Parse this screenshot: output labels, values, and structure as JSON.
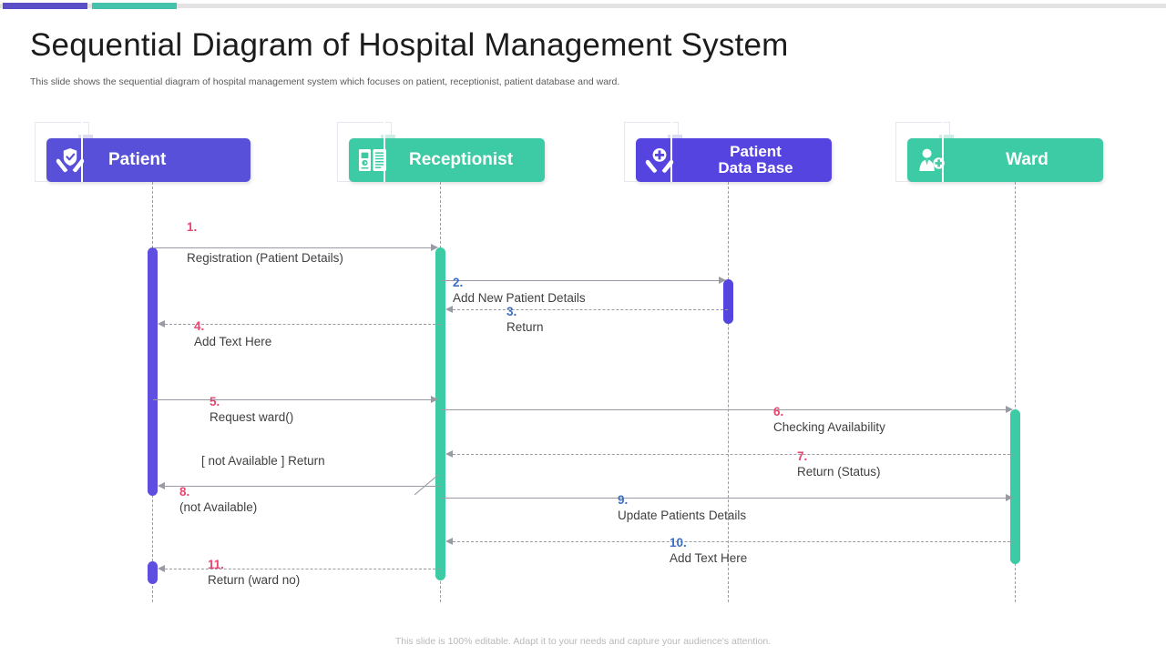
{
  "title": "Sequential Diagram of Hospital Management System",
  "subtitle": "This slide shows the sequential diagram of hospital management system which focuses on patient, receptionist, patient database and ward.",
  "footer": "This slide is 100% editable. Adapt it to your needs and capture your audience's attention.",
  "colors": {
    "purple": "#5b4fc8",
    "purple_bar": "#5f4fe0",
    "teal": "#3ccba4",
    "accent_pink": "#e8476f",
    "accent_blue": "#3d6fc4",
    "lifeline": "#9a9aa5",
    "topbar_track": "#e3e3e3"
  },
  "actors": [
    {
      "id": "patient",
      "label": "Patient",
      "icon": "hands-shield-heart-icon",
      "color": "#5850d8"
    },
    {
      "id": "receptionist",
      "label": "Receptionist",
      "icon": "clipboard-document-icon",
      "color": "#3ccba4"
    },
    {
      "id": "database",
      "label": "Patient\nData Base",
      "icon": "hands-medical-cross-icon",
      "color": "#5644e0"
    },
    {
      "id": "ward",
      "label": "Ward",
      "icon": "doctor-plus-icon",
      "color": "#3ccba4"
    }
  ],
  "messages": [
    {
      "num": "1.",
      "num_color": "pink",
      "text": "Registration (Patient Details)",
      "style": "solid",
      "dir": "right"
    },
    {
      "num": "2.",
      "num_color": "blue",
      "text": "Add New Patient Details",
      "style": "solid",
      "dir": "right"
    },
    {
      "num": "3.",
      "num_color": "blue",
      "text": "Return",
      "style": "dashed",
      "dir": "left"
    },
    {
      "num": "4.",
      "num_color": "pink",
      "text": "Add Text Here",
      "style": "dashed",
      "dir": "left"
    },
    {
      "num": "5.",
      "num_color": "pink",
      "text": "Request ward()",
      "style": "solid",
      "dir": "right"
    },
    {
      "num": "6.",
      "num_color": "pink",
      "text": "Checking Availability",
      "style": "solid",
      "dir": "right"
    },
    {
      "num": "7.",
      "num_color": "pink",
      "text": "Return (Status)",
      "style": "dashed",
      "dir": "left"
    },
    {
      "num": "8.",
      "num_color": "pink",
      "text": "[ not Available ] Return\n(not Available)",
      "style": "solid",
      "dir": "left"
    },
    {
      "num": "9.",
      "num_color": "blue",
      "text": "Update Patients Details",
      "style": "solid",
      "dir": "right"
    },
    {
      "num": "10.",
      "num_color": "blue",
      "text": "Add Text Here",
      "style": "dashed",
      "dir": "left"
    },
    {
      "num": "11.",
      "num_color": "pink",
      "text": "Return (ward no)",
      "style": "dashed",
      "dir": "left"
    }
  ]
}
